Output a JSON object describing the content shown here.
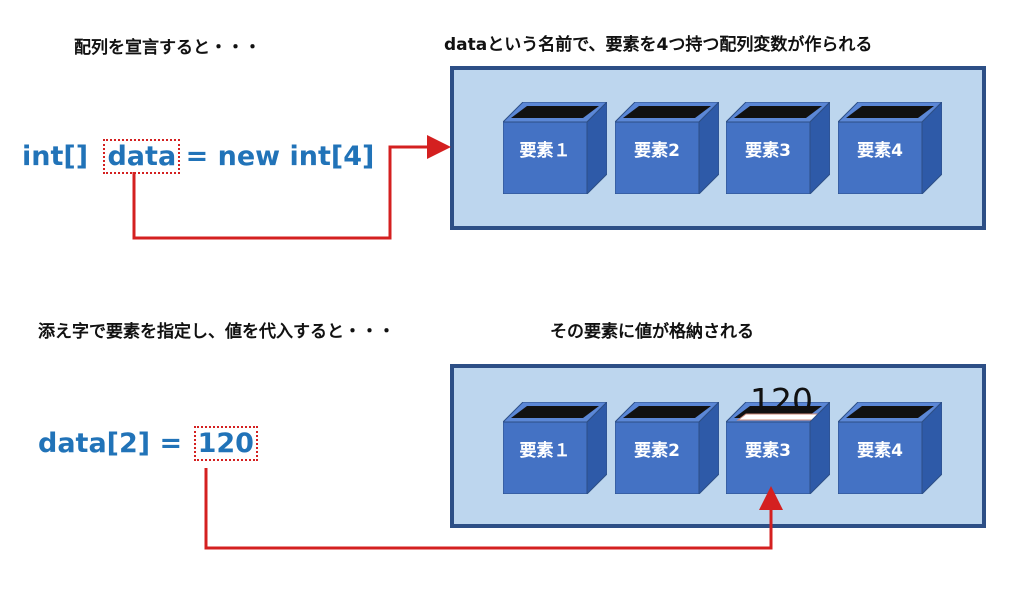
{
  "top": {
    "caption_left": "配列を宣言すると・・・",
    "caption_right": "dataという名前で、要素を4つ持つ配列変数が作られる",
    "code_prefix": "int[]",
    "code_var": "data",
    "code_suffix": "= new int[4]",
    "elements": [
      "要素１",
      "要素2",
      "要素3",
      "要素4"
    ]
  },
  "bottom": {
    "caption_left": "添え字で要素を指定し、値を代入すると・・・",
    "caption_right": "その要素に値が格納される",
    "code_prefix": "data[2] =",
    "code_value": "120",
    "stored_value": "120",
    "elements": [
      "要素１",
      "要素2",
      "要素3",
      "要素4"
    ]
  },
  "colors": {
    "code_text": "#2173b8",
    "arrow": "#d42020",
    "panel_fill": "#bdd6ee",
    "panel_border": "#2d4f86",
    "box_front": "#4472c4"
  }
}
